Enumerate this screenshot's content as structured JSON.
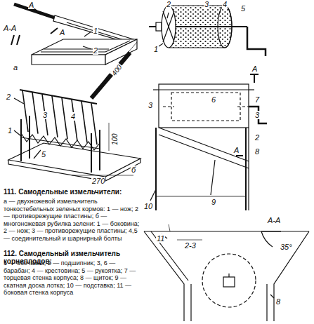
{
  "diagram": {
    "labels": [
      "A",
      "A-A",
      "A",
      "1",
      "2",
      "а",
      "400",
      "2",
      "3",
      "4",
      "1",
      "100",
      "5",
      "270",
      "б",
      "2",
      "3",
      "4",
      "5",
      "1",
      "А",
      "6",
      "7",
      "3",
      "3",
      "2",
      "А",
      "8",
      "10",
      "9",
      "А-А",
      "11",
      "2-3",
      "35°",
      "8",
      "111. Самодельные измельчители:",
      "а — двухножевой измельчитель тонкостебельных зеленых кормов: 1 — нож; 2 — противорежущие пластины; б — многоножевая рубилка зелени: 1 — боковина; 2 — нож; 3 — противорежущие пластины; 4,5 — соединительный и шарнирный болты",
      "112. Самодельный измельчитель корнеплодов:",
      "1 — обечайка; 2 — подшипник; 3, 6 — барабан; 4 — крестовина; 5 — рукоятка; 7 — торцевая стенка корпуса; 8 — щиток; 9 — скатная доска лотка; 10 — подставка; 11 — боковая стенка корпуса"
    ]
  }
}
